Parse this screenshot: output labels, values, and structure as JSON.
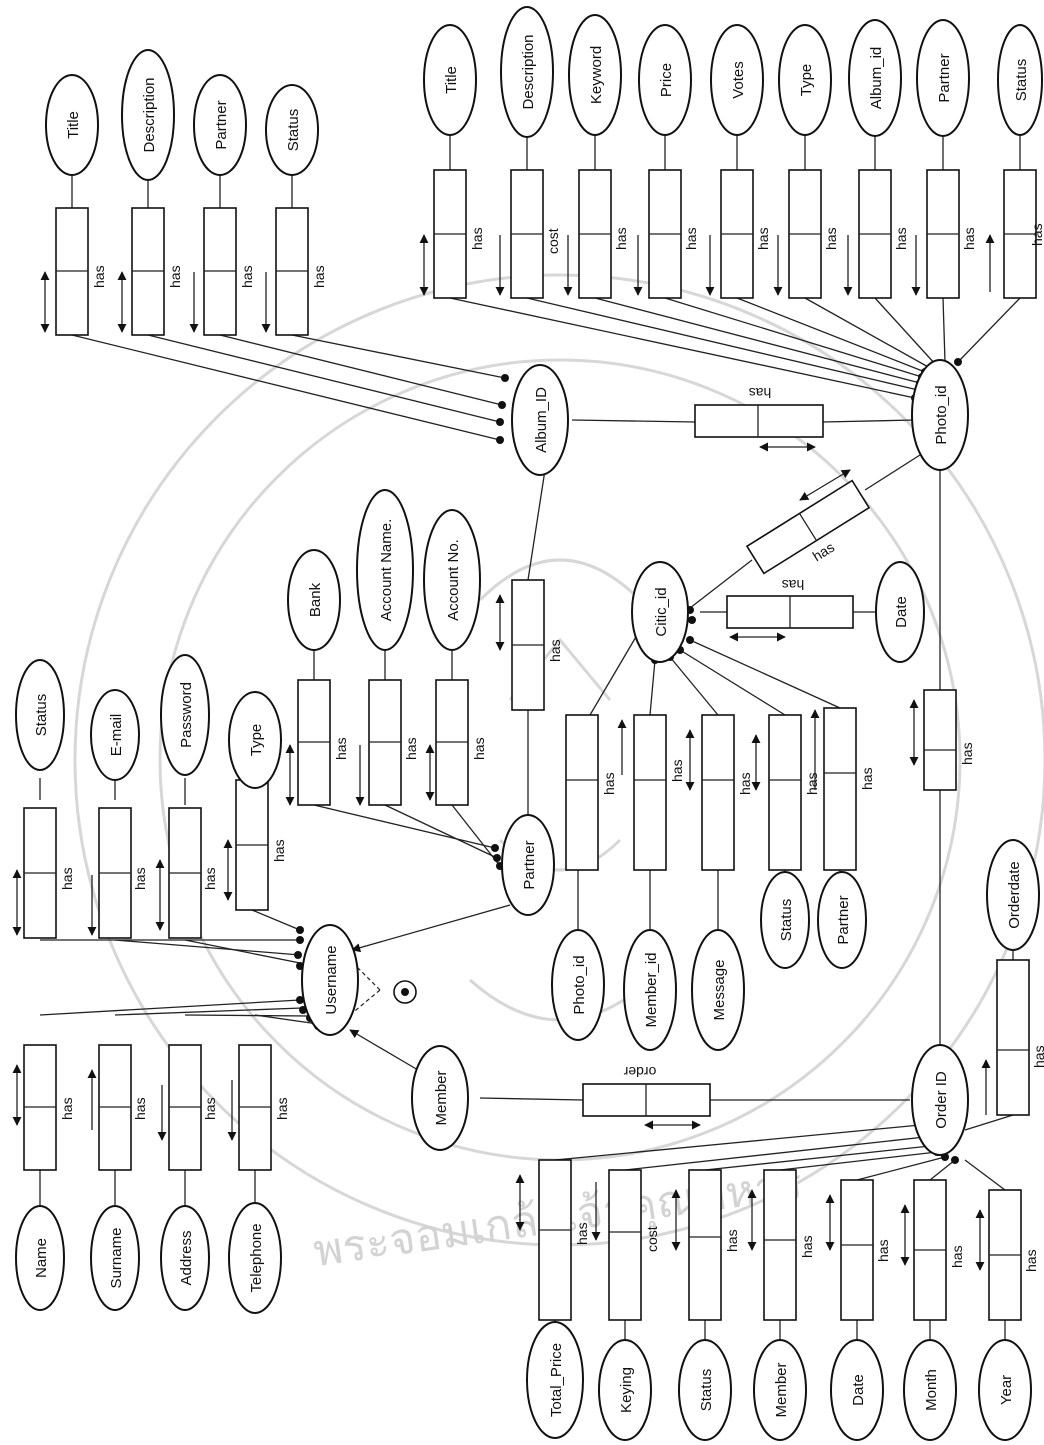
{
  "diagram": {
    "entities": {
      "username": "Username",
      "partner": "Partner",
      "member": "Member",
      "album": "Album_ID",
      "photo": "Photo_id",
      "citic": "Citic_id",
      "order": "Order ID"
    },
    "username_attrs": {
      "name": "Name",
      "surname": "Surname",
      "address": "Address",
      "telephone": "Telephone",
      "status": "Status",
      "email": "E-mail",
      "password": "Password",
      "type": "Type"
    },
    "partner_attrs": {
      "bank": "Bank",
      "account_name": "Account Name.",
      "account_no": "Account No."
    },
    "album_attrs": {
      "title": "Title",
      "description": "Description",
      "partner": "Partner",
      "status": "Status"
    },
    "photo_attrs": {
      "title": "Title",
      "description": "Description",
      "keyword": "Keyword",
      "price": "Price",
      "votes": "Votes",
      "type": "Type",
      "album_id": "Album_id",
      "partner": "Partner",
      "status": "Status"
    },
    "citic_attrs": {
      "date": "Date",
      "photo_id": "Photo_id",
      "member_id": "Member_id",
      "message": "Message",
      "status": "Status",
      "partner": "Partner"
    },
    "order_attrs": {
      "orderdate": "Orderdate",
      "total_price": "Total_Price",
      "keying": "Keying",
      "status": "Status",
      "member": "Member",
      "date": "Date",
      "month": "Month",
      "year": "Year"
    },
    "relations": {
      "has": "has",
      "cost": "cost",
      "order": "order"
    },
    "watermark": "พระจอมเกล้าเจ้าคุณทหาร"
  }
}
